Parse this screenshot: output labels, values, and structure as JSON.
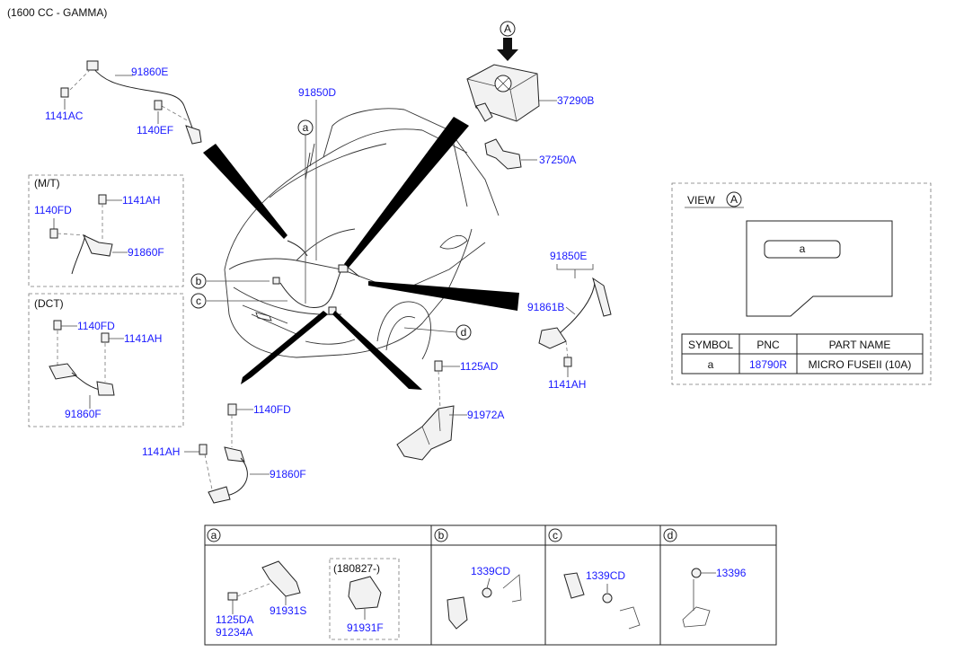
{
  "header": {
    "engine": "(1600 CC - GAMMA)"
  },
  "groups": {
    "mt": "(M/T)",
    "dct": "(DCT)"
  },
  "view": {
    "title_prefix": "VIEW",
    "title_circle": "A",
    "callout": "A",
    "fuse_label": "a",
    "table": {
      "headers": [
        "SYMBOL",
        "PNC",
        "PART NAME"
      ],
      "rows": [
        {
          "symbol": "a",
          "pnc": "18790R",
          "part_name": "MICRO FUSEII (10A)"
        }
      ]
    }
  },
  "circles": {
    "a": "a",
    "b": "b",
    "c": "c",
    "d": "d"
  },
  "labels": {
    "p91860E": "91860E",
    "p1141AC": "1141AC",
    "p1140EF": "1140EF",
    "p91850D": "91850D",
    "p37290B": "37290B",
    "p37250A": "37250A",
    "mt1141AH": "1141AH",
    "mt1140FD": "1140FD",
    "mt91860F": "91860F",
    "dct1140FD": "1140FD",
    "dct1141AH": "1141AH",
    "dct91860F": "91860F",
    "p1140FD": "1140FD",
    "p1141AH": "1141AH",
    "p91860F": "91860F",
    "p1125AD": "1125AD",
    "p91972A": "91972A",
    "p91850E": "91850E",
    "p91861B": "91861B",
    "r1141AH": "1141AH"
  },
  "detail": {
    "headers": [
      "a",
      "b",
      "c",
      "d"
    ],
    "a": {
      "p1125DA": "1125DA",
      "p91234A": "91234A",
      "p91931S": "91931S",
      "date": "(180827-)",
      "p91931F": "91931F"
    },
    "b": {
      "p1339CD": "1339CD"
    },
    "c": {
      "p1339CD": "1339CD"
    },
    "d": {
      "p13396": "13396"
    }
  }
}
